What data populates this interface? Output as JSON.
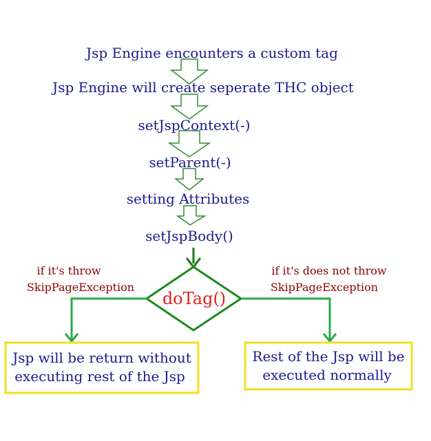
{
  "steps": [
    "Jsp Engine encounters a custom tag",
    "Jsp Engine will create seperate THC object",
    "setJspContext(-)",
    "setParent(-)",
    "setting Attributes",
    "setJspBody()"
  ],
  "decision": {
    "label": "doTag()"
  },
  "conditions": {
    "left": {
      "line1": "if it's throw",
      "line2": "SkipPageException"
    },
    "right": {
      "line1": "if it's does not throw",
      "line2": "SkipPageException"
    }
  },
  "results": {
    "left": {
      "line1": "Jsp will be return without",
      "line2": "executing rest of the Jsp"
    },
    "right": {
      "line1": "Rest of the Jsp will be",
      "line2": "executed normally"
    }
  },
  "colors": {
    "step_text": "#1a1a8c",
    "hollow_arrow": "#2e8b2e",
    "decision_border": "#1a8a1a",
    "decision_text": "#e02020",
    "connector": "#2aa84a",
    "condition_text": "#8b0000",
    "result_border": "#f0e020",
    "result_text": "#1a1a8c"
  }
}
